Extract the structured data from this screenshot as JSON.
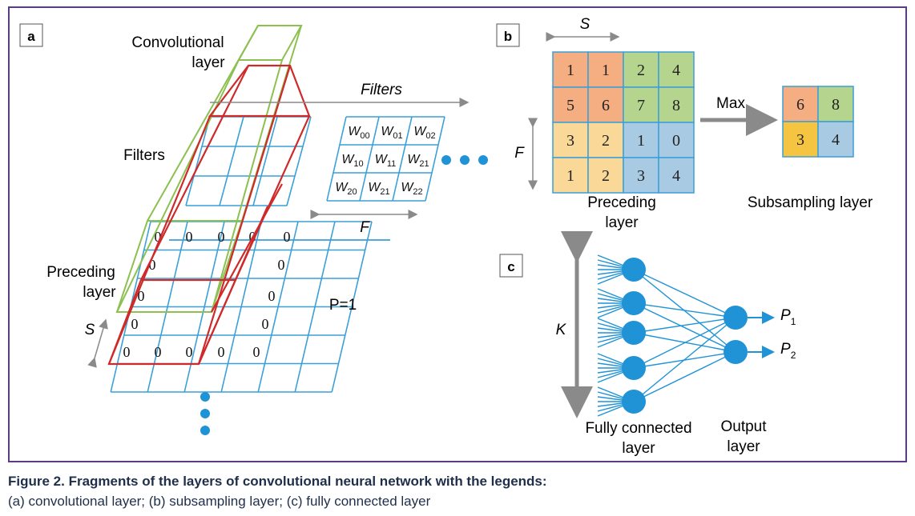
{
  "panel_a": {
    "tag": "a",
    "conv_label_line1": "Convolutional",
    "conv_label_line2": "layer",
    "filters_arrow_label": "Filters",
    "filters_label": "Filters",
    "preceding_line1": "Preceding",
    "preceding_line2": "layer",
    "s_label": "S",
    "f_label": "F",
    "p_label": "P=1",
    "padding_value": "0",
    "weights": [
      [
        "W00",
        "W01",
        "W02"
      ],
      [
        "W10",
        "W11",
        "W21"
      ],
      [
        "W20",
        "W21",
        "W22"
      ]
    ]
  },
  "panel_b": {
    "tag": "b",
    "s_label": "S",
    "f_label": "F",
    "max_label": "Max",
    "preceding_line1": "Preceding",
    "preceding_line2": "layer",
    "subsampling_label": "Subsampling layer",
    "grid": [
      [
        "1",
        "1",
        "2",
        "4"
      ],
      [
        "5",
        "6",
        "7",
        "8"
      ],
      [
        "3",
        "2",
        "1",
        "0"
      ],
      [
        "1",
        "2",
        "3",
        "4"
      ]
    ],
    "pooled": [
      [
        "6",
        "8"
      ],
      [
        "3",
        "4"
      ]
    ],
    "colors": {
      "orange": "#f5ad82",
      "green": "#b5d58f",
      "yellow": "#fad898",
      "blue": "#a8cbe3",
      "gold": "#f5c542"
    }
  },
  "panel_c": {
    "tag": "c",
    "k_label": "K",
    "fc_line1": "Fully connected",
    "fc_line2": "layer",
    "out_line1": "Output",
    "out_line2": "layer",
    "p1": "P1",
    "p2": "P2"
  },
  "caption": {
    "title": "Figure 2. Fragments of the layers of convolutional neural network with the legends:",
    "subtitle": "(a) convolutional layer; (b) subsampling layer; (c) fully connected layer"
  },
  "colors": {
    "frame": "#5b3a86",
    "grid": "#3b9fd8",
    "red": "#cf2a2a",
    "green": "#8cc050",
    "gray": "#8a8a8a",
    "node": "#1f93d6"
  }
}
